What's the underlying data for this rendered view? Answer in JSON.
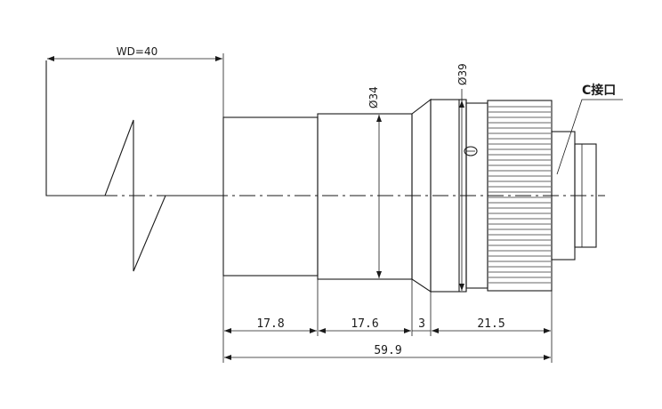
{
  "labels": {
    "wd": "WD=40",
    "dia_front": "Ø34",
    "dia_rear": "Ø39",
    "mount": "C接口"
  },
  "dimensions": {
    "seg1": "17.8",
    "seg2": "17.6",
    "seg3": "3",
    "seg4": "21.5",
    "total": "59.9"
  }
}
